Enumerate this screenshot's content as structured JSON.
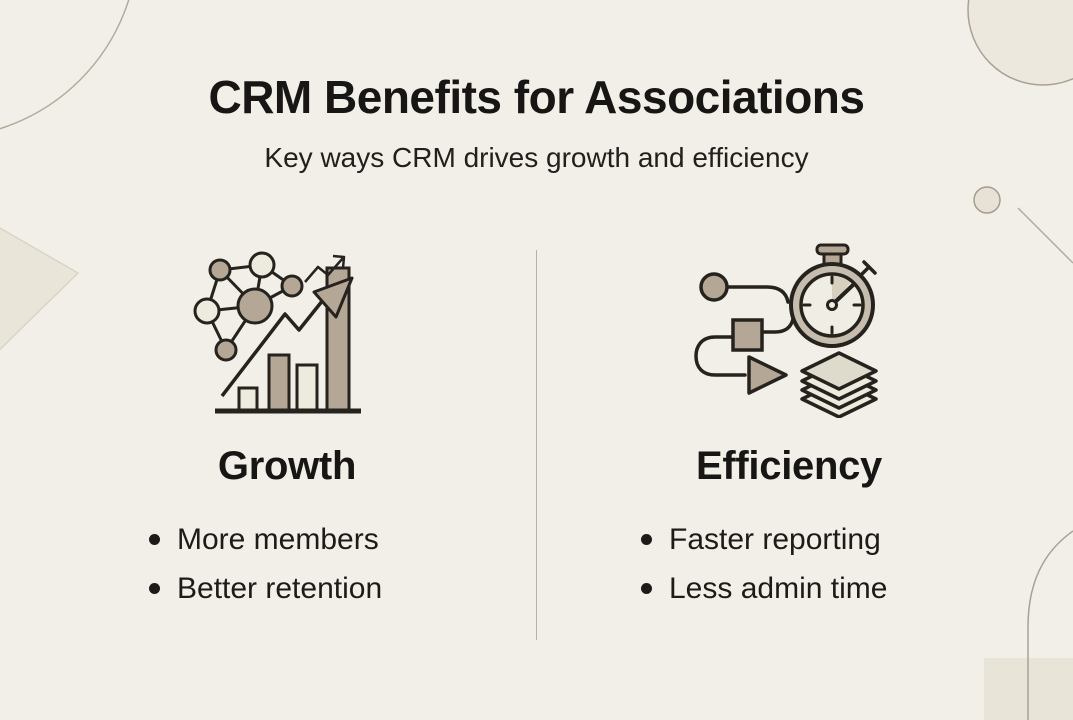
{
  "header": {
    "title": "CRM Benefits for Associations",
    "subtitle": "Key ways CRM drives growth and efficiency"
  },
  "columns": [
    {
      "heading": "Growth",
      "icon": "growth-network-bar-chart-icon",
      "bullets": [
        "More members",
        "Better retention"
      ]
    },
    {
      "heading": "Efficiency",
      "icon": "efficiency-stopwatch-workflow-icon",
      "bullets": [
        "Faster reporting",
        "Less admin time"
      ]
    }
  ],
  "colors": {
    "background": "#f2efe8",
    "text": "#171614",
    "icon_outline": "#26231e",
    "icon_tan": "#b4a795",
    "icon_greige": "#c6bdae",
    "icon_cream": "#edeade",
    "decor_fill": "#e9e5d9",
    "decor_stroke": "#aba595",
    "divider": "#b8b2a5"
  }
}
